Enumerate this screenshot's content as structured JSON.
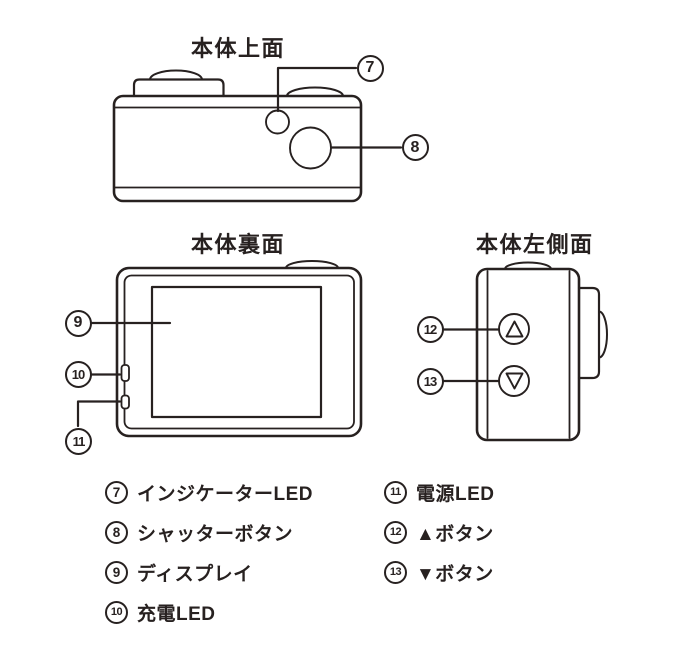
{
  "ink": "#272120",
  "views": {
    "top": {
      "title": "本体上面"
    },
    "back": {
      "title": "本体裏面"
    },
    "side": {
      "title": "本体左側面"
    }
  },
  "callouts": {
    "c7": "7",
    "c8": "8",
    "c9": "9",
    "c10": "10",
    "c11": "11",
    "c12": "12",
    "c13": "13"
  },
  "legend": {
    "left": [
      {
        "num": "7",
        "label": "インジケーターLED"
      },
      {
        "num": "8",
        "label": "シャッターボタン"
      },
      {
        "num": "9",
        "label": "ディスプレイ"
      },
      {
        "num": "10",
        "label": "充電LED"
      }
    ],
    "right": [
      {
        "num": "11",
        "label": "電源LED"
      },
      {
        "num": "12",
        "label": "▲ボタン"
      },
      {
        "num": "13",
        "label": "▼ボタン"
      }
    ]
  }
}
